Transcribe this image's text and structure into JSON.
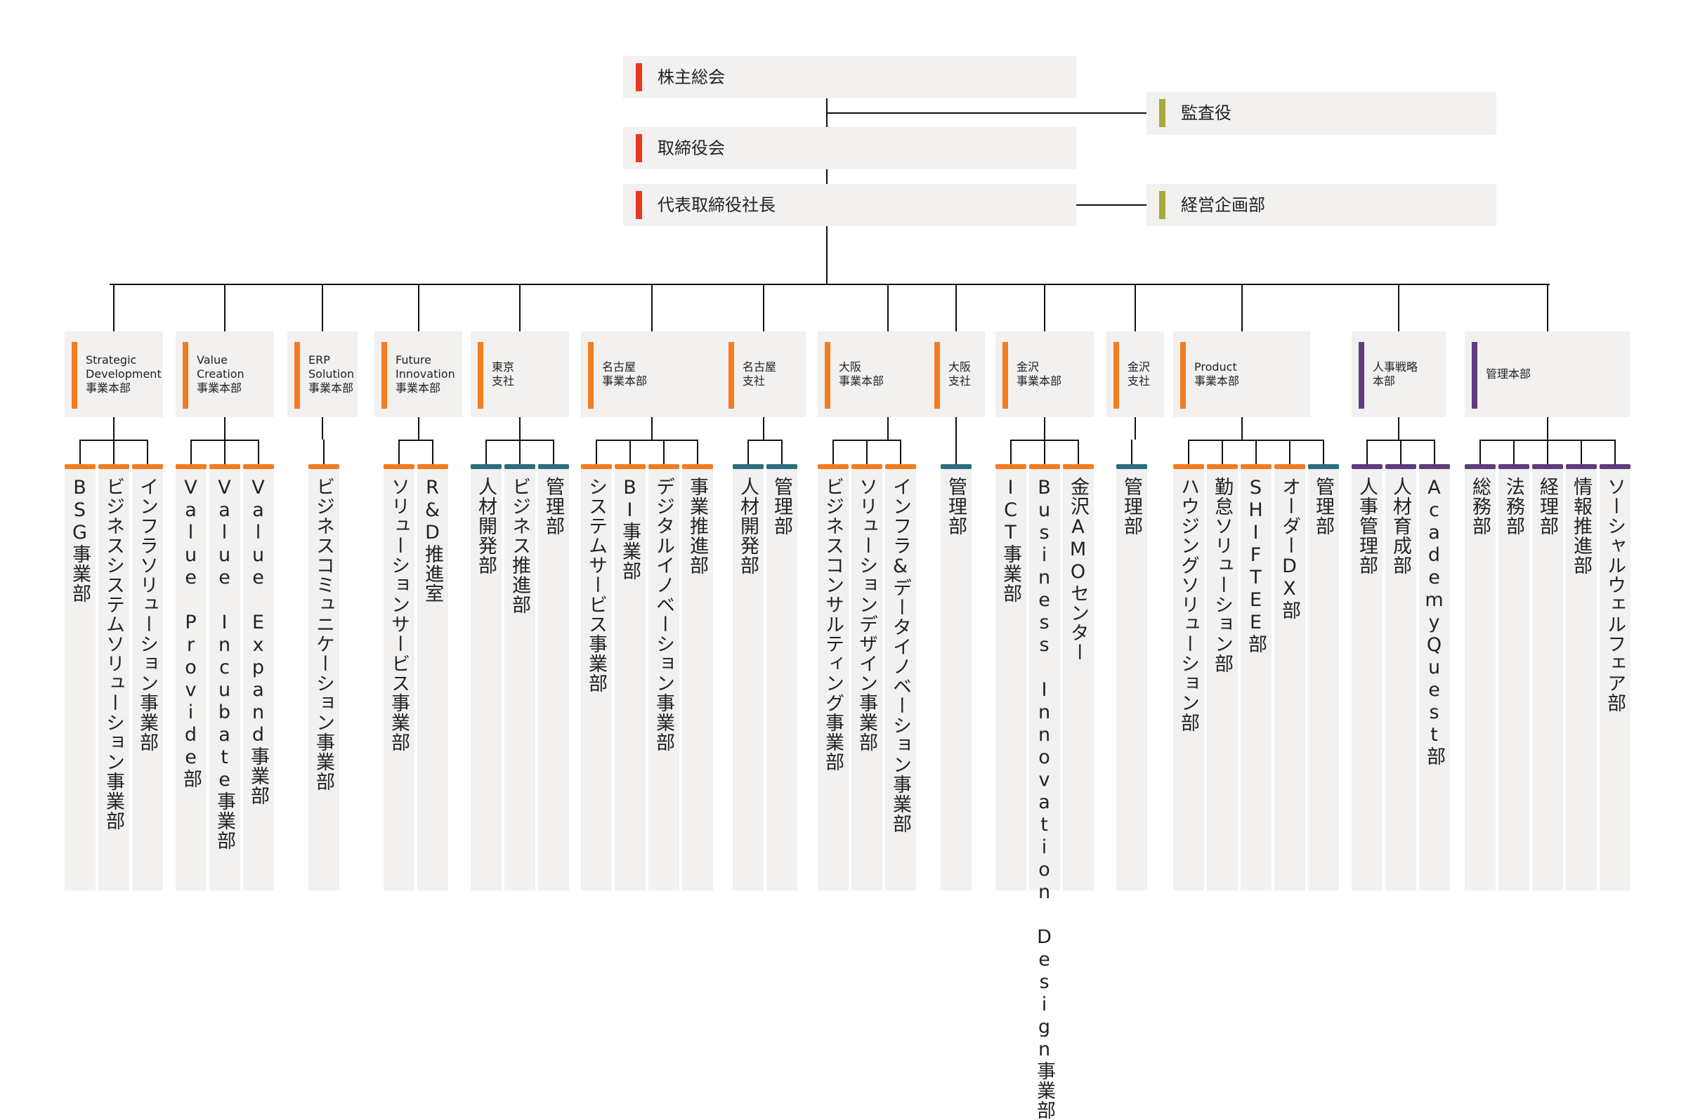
{
  "colors": {
    "red": "#e8381f",
    "orange": "#f47c20",
    "olive": "#a8aa39",
    "teal": "#2b6d7c",
    "purple": "#5e3c7f",
    "box": "#f2f1f0",
    "line": "#111111"
  },
  "top": {
    "shareholders": "株主総会",
    "auditor": "監査役",
    "board": "取締役会",
    "president": "代表取締役社長",
    "planning": "経営企画部"
  },
  "divisions": [
    {
      "label": "Strategic\nDevelopment\n事業本部",
      "color": "orange",
      "depts": [
        {
          "name": "BSG事業部",
          "color": "orange"
        },
        {
          "name": "ビジネスシステムソリューション事業部",
          "color": "orange"
        },
        {
          "name": "インフラソリューション事業部",
          "color": "orange"
        }
      ]
    },
    {
      "label": "Value\nCreation\n事業本部",
      "color": "orange",
      "depts": [
        {
          "name": "Value Provide部",
          "color": "orange"
        },
        {
          "name": "Value Incubate事業部",
          "color": "orange"
        },
        {
          "name": "Value Expand事業部",
          "color": "orange"
        }
      ]
    },
    {
      "label": "ERP\nSolution\n事業本部",
      "color": "orange",
      "depts": [
        {
          "name": "ビジネスコミュニケーション事業部",
          "color": "orange"
        }
      ]
    },
    {
      "label": "Future\nInnovation\n事業本部",
      "color": "orange",
      "depts": [
        {
          "name": "ソリューションサービス事業部",
          "color": "orange"
        },
        {
          "name": "R&D推進室",
          "color": "orange"
        }
      ]
    },
    {
      "label": "東京\n支社",
      "color": "orange",
      "depts": [
        {
          "name": "人材開発部",
          "color": "teal"
        },
        {
          "name": "ビジネス推進部",
          "color": "teal"
        },
        {
          "name": "管理部",
          "color": "teal"
        }
      ]
    },
    {
      "label": "名古屋\n事業本部",
      "color": "orange",
      "depts": [
        {
          "name": "システムサービス事業部",
          "color": "orange"
        },
        {
          "name": "BI事業部",
          "color": "orange"
        },
        {
          "name": "デジタルイノベーション事業部",
          "color": "orange"
        },
        {
          "name": "事業推進部",
          "color": "orange"
        }
      ]
    },
    {
      "label": "名古屋\n支社",
      "color": "orange",
      "depts": [
        {
          "name": "人材開発部",
          "color": "teal"
        },
        {
          "name": "管理部",
          "color": "teal"
        }
      ]
    },
    {
      "label": "大阪\n事業本部",
      "color": "orange",
      "depts": [
        {
          "name": "ビジネスコンサルティング事業部",
          "color": "orange"
        },
        {
          "name": "ソリューションデザイン事業部",
          "color": "orange"
        },
        {
          "name": "インフラ&データイノベーション事業部",
          "color": "orange"
        }
      ]
    },
    {
      "label": "大阪\n支社",
      "color": "orange",
      "depts": [
        {
          "name": "管理部",
          "color": "teal"
        }
      ]
    },
    {
      "label": "金沢\n事業本部",
      "color": "orange",
      "depts": [
        {
          "name": "ICT事業部",
          "color": "orange"
        },
        {
          "name": "Business Innovation Design事業部",
          "color": "orange"
        },
        {
          "name": "金沢AMOセンター",
          "color": "orange"
        }
      ]
    },
    {
      "label": "金沢\n支社",
      "color": "orange",
      "depts": [
        {
          "name": "管理部",
          "color": "teal"
        }
      ]
    },
    {
      "label": "Product\n事業本部",
      "color": "orange",
      "depts": [
        {
          "name": "ハウジングソリューション部",
          "color": "orange"
        },
        {
          "name": "勤怠ソリューション部",
          "color": "orange"
        },
        {
          "name": "SHIFTEE部",
          "color": "orange"
        },
        {
          "name": "オーダーDX部",
          "color": "orange"
        },
        {
          "name": "管理部",
          "color": "teal"
        }
      ]
    },
    {
      "label": "人事戦略\n本部",
      "color": "purple",
      "depts": [
        {
          "name": "人事管理部",
          "color": "purple"
        },
        {
          "name": "人材育成部",
          "color": "purple"
        },
        {
          "name": "AcademyQuest部",
          "color": "purple"
        }
      ]
    },
    {
      "label": "管理本部",
      "color": "purple",
      "depts": [
        {
          "name": "総務部",
          "color": "purple"
        },
        {
          "name": "法務部",
          "color": "purple"
        },
        {
          "name": "経理部",
          "color": "purple"
        },
        {
          "name": "情報推進部",
          "color": "purple"
        },
        {
          "name": "ソーシャルウェルフェア部",
          "color": "purple"
        }
      ]
    }
  ]
}
